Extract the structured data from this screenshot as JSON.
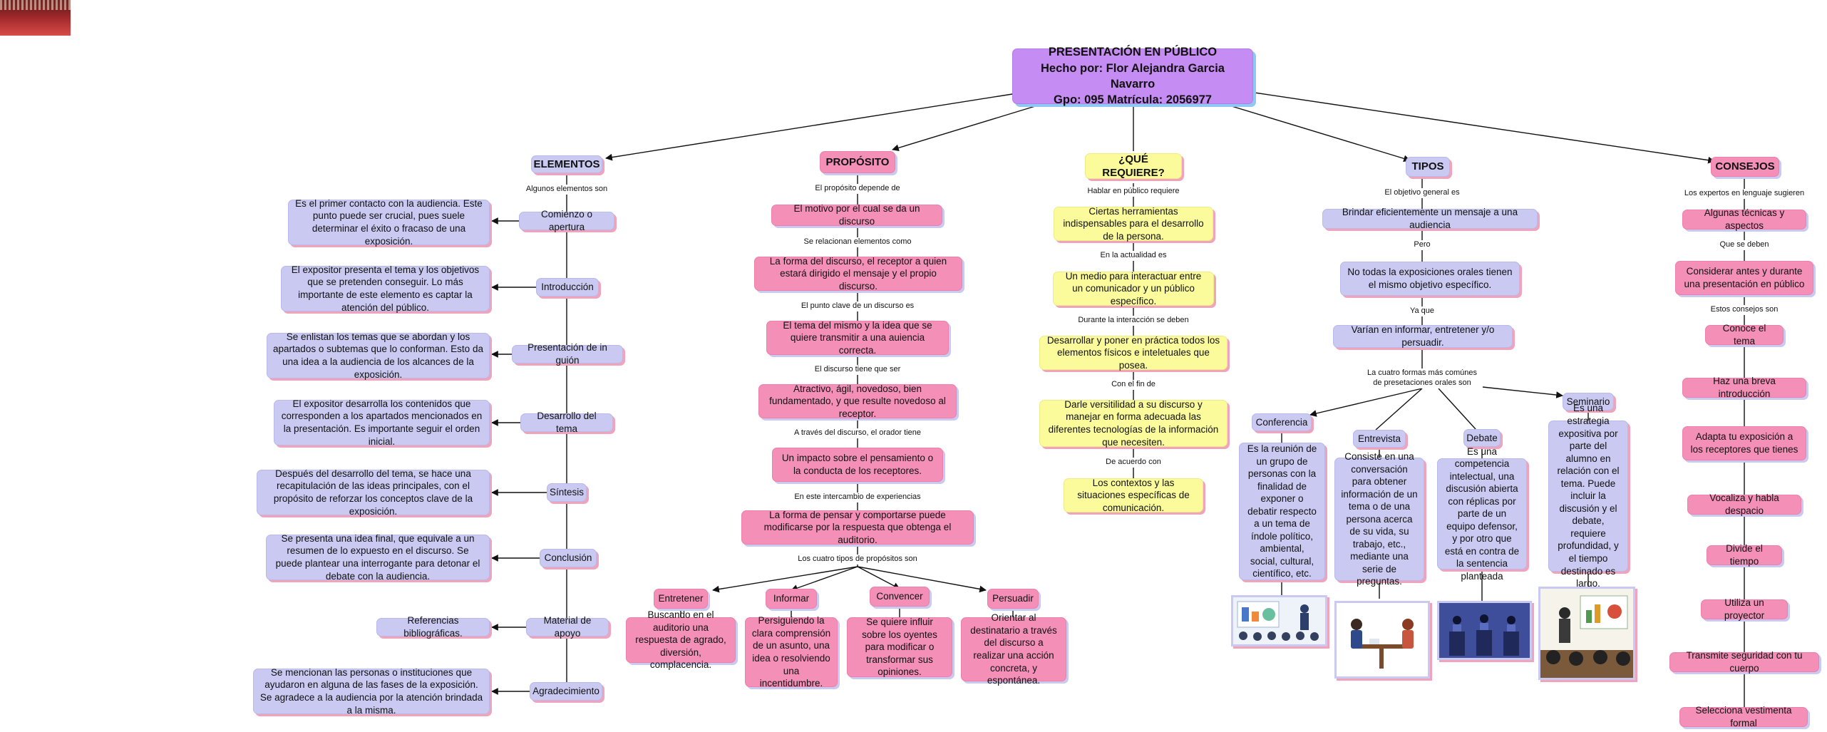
{
  "title": {
    "line1": "PRESENTACIÓN EN PÚBLICO",
    "line2": "Hecho por: Flor Alejandra Garcia Navarro",
    "line3": "Gpo: 095 Matrícula: 2056977"
  },
  "elementos": {
    "header": "ELEMENTOS",
    "connector": "Algunos elementos son",
    "items": [
      {
        "label": "Comienzo o apertura",
        "desc": "Es el primer contacto con la audiencia. Este punto puede ser crucial, pues suele determinar el éxito o fracaso de una exposición."
      },
      {
        "label": "Introducción",
        "desc": "El expositor presenta el tema y los objetivos que se pretenden conseguir. Lo más importante de este elemento es captar la atención del público."
      },
      {
        "label": "Presentación de in guión",
        "desc": "Se enlistan los temas que se abordan y los apartados o subtemas que lo conforman. Esto da una idea a la audiencia de los alcances de la exposición."
      },
      {
        "label": "Desarrollo del tema",
        "desc": "El expositor desarrolla los contenidos que corresponden a los apartados mencionados en la presentación. Es importante seguir el orden inicial."
      },
      {
        "label": "Síntesis",
        "desc": "Después del desarrollo del tema, se hace una recapitulación de las ideas principales, con el propósito de reforzar los conceptos clave de la exposición."
      },
      {
        "label": "Conclusión",
        "desc": "Se presenta una idea final, que equivale a un resumen de lo expuesto en el discurso. Se puede plantear una interrogante para detonar el debate con la audiencia."
      },
      {
        "label": "Material de apoyo",
        "desc": "Referencias bibliográficas."
      },
      {
        "label": "Agradecimiento",
        "desc": "Se mencionan las personas o instituciones que ayudaron en alguna de las fases de la exposición. Se agradece a la audiencia por la atención brindada a la misma."
      }
    ]
  },
  "proposito": {
    "header": "PROPÓSITO",
    "chain": [
      {
        "conn": "El propósito depende de",
        "box": "El motivo por el cual se da un discurso"
      },
      {
        "conn": "Se relacionan elementos como",
        "box": "La forma del discurso, el receptor a quien estará dirigido el mensaje y el propio discurso."
      },
      {
        "conn": "El punto clave de un discurso es",
        "box": "El tema del mismo y la idea que se quiere transmitir a una auiencia correcta."
      },
      {
        "conn": "El discurso tiene que ser",
        "box": "Atractivo, ágil, novedoso, bien fundamentado, y que resulte novedoso al receptor."
      },
      {
        "conn": "A través del discurso, el orador tiene",
        "box": "Un impacto sobre el pensamiento o la conducta de los receptores."
      },
      {
        "conn": "En este intercambio de experiencias",
        "box": "La forma de pensar y comportarse puede modificarse por la respuesta que obtenga el auditorio."
      }
    ],
    "types_connector": "Los cuatro tipos de propósitos son",
    "types": [
      {
        "label": "Entretener",
        "desc": "Buscando en el auditorio una respuesta de agrado, diversión, complacencia."
      },
      {
        "label": "Informar",
        "desc": "Persiguiendo la clara comprensión de un asunto, una idea o resolviendo una incentidumbre."
      },
      {
        "label": "Convencer",
        "desc": "Se quiere influir sobre los oyentes para modificar o transformar sus opiniones."
      },
      {
        "label": "Persuadir",
        "desc": "Orientar al destinatario a través del discurso a realizar una acción concreta, y espontánea."
      }
    ]
  },
  "requiere": {
    "header": "¿QUÉ REQUIERE?",
    "chain": [
      {
        "conn": "Hablar en público requiere",
        "box": "Ciertas herramientas indispensables para el desarrollo de la persona."
      },
      {
        "conn": "En la actualidad es",
        "box": "Un medio para interactuar entre un comunicador y un público específico."
      },
      {
        "conn": "Durante la interacción se deben",
        "box": "Desarrollar y poner en práctica todos los elementos físicos e inteletuales que posea."
      },
      {
        "conn": "Con el fin de",
        "box": "Darle versitilidad a su discurso y manejar en forma adecuada las diferentes tecnologías de la información que necesiten."
      },
      {
        "conn": "De acuerdo con",
        "box": "Los contextos y las situaciones específicas de comunicación."
      }
    ]
  },
  "tipos": {
    "header": "TIPOS",
    "chain": [
      {
        "conn": "El objetivo general es",
        "box": "Brindar eficientemente un mensaje a una audiencia"
      },
      {
        "conn": "Pero",
        "box": "No todas la exposiciones orales tienen el mismo objetivo específico."
      },
      {
        "conn": "Ya que",
        "box": "Varían en informar, entretener y/o persuadir."
      }
    ],
    "forms_connector_line1": "La cuatro formas más comúnes",
    "forms_connector_line2": "de presetaciones orales son",
    "forms": [
      {
        "label": "Conferencia",
        "desc": "Es la reunión de un grupo de personas con la finalidad de exponer o debatir respecto a un tema de índole político, ambiental, social, cultural, científico, etc."
      },
      {
        "label": "Entrevista",
        "desc": "Consiste en una conversación para obtener información de un tema o de una persona acerca de su vida, su trabajo, etc., mediante una serie de preguntas."
      },
      {
        "label": "Debate",
        "desc": "Es una competencia intelectual, una discusión abierta con réplicas por parte de un equipo defensor, y por otro que está en contra de la sentencia planteada"
      },
      {
        "label": "Seminario",
        "desc": "Es una estrategia expositiva por parte del alumno en relación con el tema. Puede incluir la discusión y el debate, requiere profundidad, y el tiempo destinado es largo."
      }
    ]
  },
  "consejos": {
    "header": "CONSEJOS",
    "chain": [
      {
        "conn": "Los expertos en lenguaje sugieren",
        "box": "Algunas técnicas y aspectos"
      },
      {
        "conn": "Que se deben",
        "box": "Considerar antes y durante una presentación en público"
      },
      {
        "conn": "Estos consejos son",
        "box": "Conoce el tema"
      },
      {
        "conn": "",
        "box": "Haz una breva introducción"
      },
      {
        "conn": "",
        "box": "Adapta tu exposición a los receptores que tienes"
      },
      {
        "conn": "",
        "box": "Vocaliza y habla despacio"
      },
      {
        "conn": "",
        "box": "Divide el tiempo"
      },
      {
        "conn": "",
        "box": "Utiliza un proyector"
      },
      {
        "conn": "",
        "box": "Transmite seguridad con tu cuerpo"
      },
      {
        "conn": "",
        "box": "Selecciona vestimenta formal"
      }
    ]
  },
  "colors": {
    "lavender": "#c9c9f1",
    "pink": "#f48fb7",
    "yellow": "#fbfb9c",
    "root": "#c58cf3",
    "line": "#111111"
  }
}
